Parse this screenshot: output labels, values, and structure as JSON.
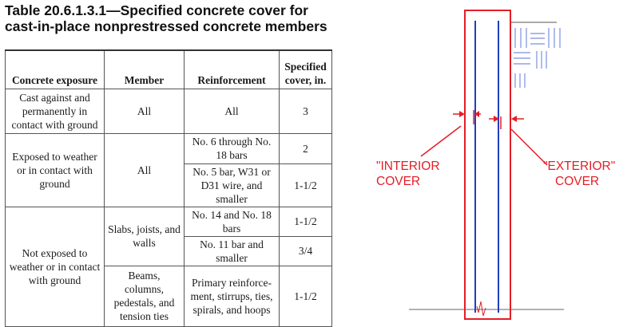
{
  "table": {
    "title_line1": "Table 20.6.1.3.1—Specified concrete cover for",
    "title_line2": "cast-in-place nonprestressed concrete members",
    "headers": {
      "exposure": "Concrete exposure",
      "member": "Member",
      "reinforcement": "Reinforcement",
      "cover": "Specified cover, in."
    },
    "rows": [
      {
        "exposure": "Cast against and permanently in contact with ground",
        "member": "All",
        "reinforcement": "All",
        "cover": "3"
      },
      {
        "exposure": "Exposed to weather or in contact with ground",
        "member": "All",
        "reinforcement": "No. 6 through No. 18 bars",
        "cover": "2"
      },
      {
        "reinforcement": "No. 5 bar, W31 or D31 wire, and smaller",
        "cover": "1-1/2"
      },
      {
        "exposure": "Not exposed to weather or in contact with ground",
        "member": "Slabs, joists, and walls",
        "reinforcement": "No. 14 and No. 18 bars",
        "cover": "1-1/2"
      },
      {
        "reinforcement": "No. 11 bar and smaller",
        "cover": "3/4"
      },
      {
        "member": "Beams, columns, pedestals, and tension ties",
        "reinforcement": "Primary reinforce-ment, stirrups, ties, spirals, and hoops",
        "cover": "1-1/2"
      }
    ]
  },
  "diagram": {
    "interior_line1": "\"INTERIOR",
    "interior_line2": "COVER",
    "exterior_line1": "\"EXTERIOR\"",
    "exterior_line2": "COVER",
    "colors": {
      "annotation": "#e41e26",
      "rebar": "#1f3fbf",
      "hatch": "#7a8ee0",
      "ground": "#555555"
    }
  }
}
